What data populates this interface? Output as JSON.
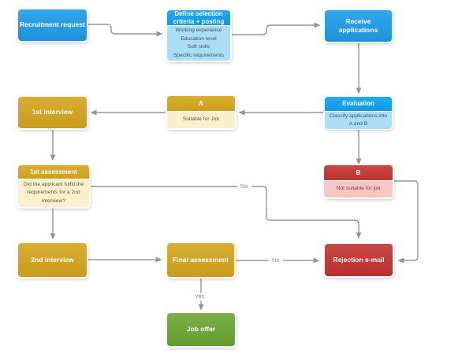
{
  "diagram": {
    "type": "flowchart",
    "colors": {
      "blue": "#1c9ce9",
      "blue_header": "#0f9ff0",
      "blue_light": "#aaddf6",
      "blue_body_text": "#44545e",
      "gold": "#d5a51b",
      "gold_light": "#faf0cf",
      "gold_body_text": "#655733",
      "red": "#c53331",
      "red_light": "#f9c6c6",
      "red_body_text": "#7d3936",
      "green": "#6aa631",
      "arrow": "#959595",
      "label_text": "#8a8a8a"
    },
    "nodes": {
      "recruitment_request": {
        "label": "Recruitment request"
      },
      "define_criteria": {
        "title": "Define selection criteria + posting",
        "items": [
          "Working experience",
          "Education level",
          "Soft skills",
          "Specific requirements"
        ]
      },
      "receive_applications": {
        "label": "Receive applications"
      },
      "evaluation": {
        "title": "Evaluation",
        "subtitle": "Classify applications into A and B"
      },
      "class_a": {
        "title": "A",
        "subtitle": "Suitable for Job"
      },
      "first_interview": {
        "label": "1st interview"
      },
      "first_assessment": {
        "title": "1st assessment",
        "subtitle": "Did the applicant fulfill the requirements for a 2nd interview?"
      },
      "class_b": {
        "title": "B",
        "subtitle": "Not suitable for job"
      },
      "second_interview": {
        "label": "2nd interview"
      },
      "final_assessment": {
        "label": "Final assessment"
      },
      "rejection_email": {
        "label": "Rejection e-mail"
      },
      "job_offer": {
        "label": "Job offer"
      }
    },
    "edge_labels": {
      "assessment_no": "No",
      "final_no": "No",
      "final_yes": "Yes"
    },
    "edges": [
      {
        "from": "recruitment_request",
        "to": "define_criteria"
      },
      {
        "from": "define_criteria",
        "to": "receive_applications"
      },
      {
        "from": "receive_applications",
        "to": "evaluation"
      },
      {
        "from": "evaluation",
        "to": "class_a"
      },
      {
        "from": "class_a",
        "to": "first_interview"
      },
      {
        "from": "first_interview",
        "to": "first_assessment"
      },
      {
        "from": "first_assessment",
        "to": "second_interview"
      },
      {
        "from": "first_assessment",
        "to": "rejection_email",
        "label": "No"
      },
      {
        "from": "evaluation",
        "to": "class_b"
      },
      {
        "from": "class_b",
        "to": "rejection_email"
      },
      {
        "from": "second_interview",
        "to": "final_assessment"
      },
      {
        "from": "final_assessment",
        "to": "rejection_email",
        "label": "No"
      },
      {
        "from": "final_assessment",
        "to": "job_offer",
        "label": "Yes"
      }
    ]
  }
}
